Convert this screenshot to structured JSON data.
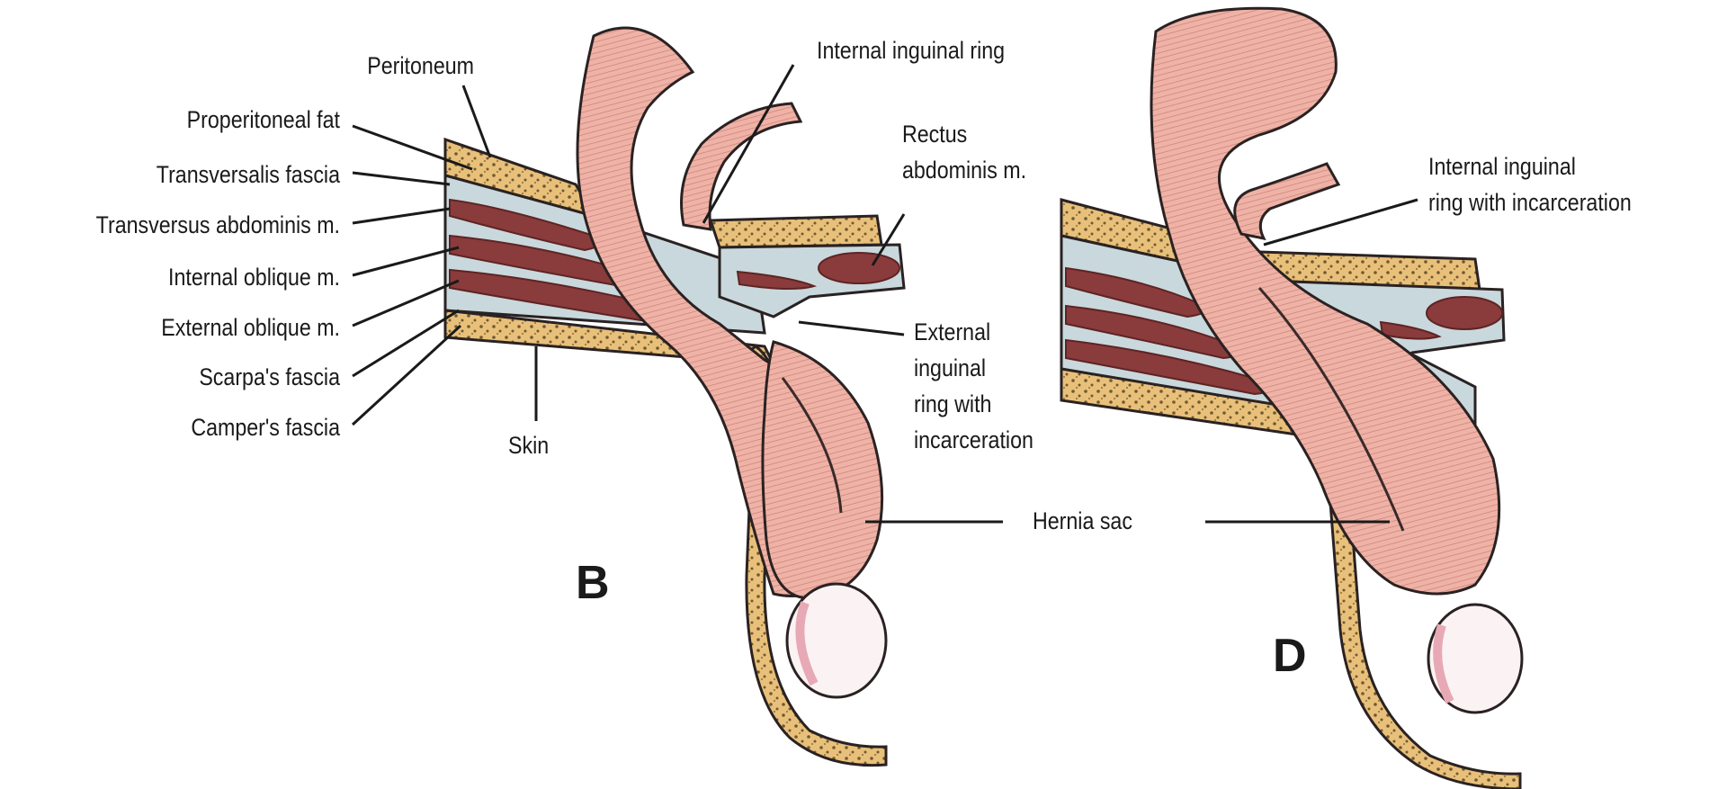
{
  "colors": {
    "fat": "#e9c07a",
    "fat_dot": "#6e5a33",
    "fascia": "#c9d8dc",
    "muscle": "#8a3b3b",
    "muscle_dark": "#5e2424",
    "bowel": "#efb2a6",
    "bowel_dark": "#c87c73",
    "testis": "#fbf3f3",
    "testis_edge": "#e7a9b5"
  },
  "panel_b": {
    "letter": "B",
    "labels": {
      "peritoneum": "Peritoneum",
      "properitoneal_fat": "Properitoneal fat",
      "transversalis_fascia": "Transversalis fascia",
      "transversus_abdominis": "Transversus abdominis m.",
      "internal_oblique": "Internal oblique m.",
      "external_oblique": "External oblique m.",
      "scarpas_fascia": "Scarpa's fascia",
      "campers_fascia": "Camper's fascia",
      "skin": "Skin",
      "internal_inguinal_ring": "Internal inguinal ring",
      "rectus_line1": "Rectus",
      "rectus_line2": "abdominis m.",
      "external_ring_line1": "External",
      "external_ring_line2": "inguinal",
      "external_ring_line3": "ring with",
      "external_ring_line4": "incarceration"
    }
  },
  "panel_d": {
    "letter": "D",
    "labels": {
      "internal_ring_line1": "Internal inguinal",
      "internal_ring_line2": "ring with incarceration",
      "hernia_sac": "Hernia sac"
    }
  }
}
